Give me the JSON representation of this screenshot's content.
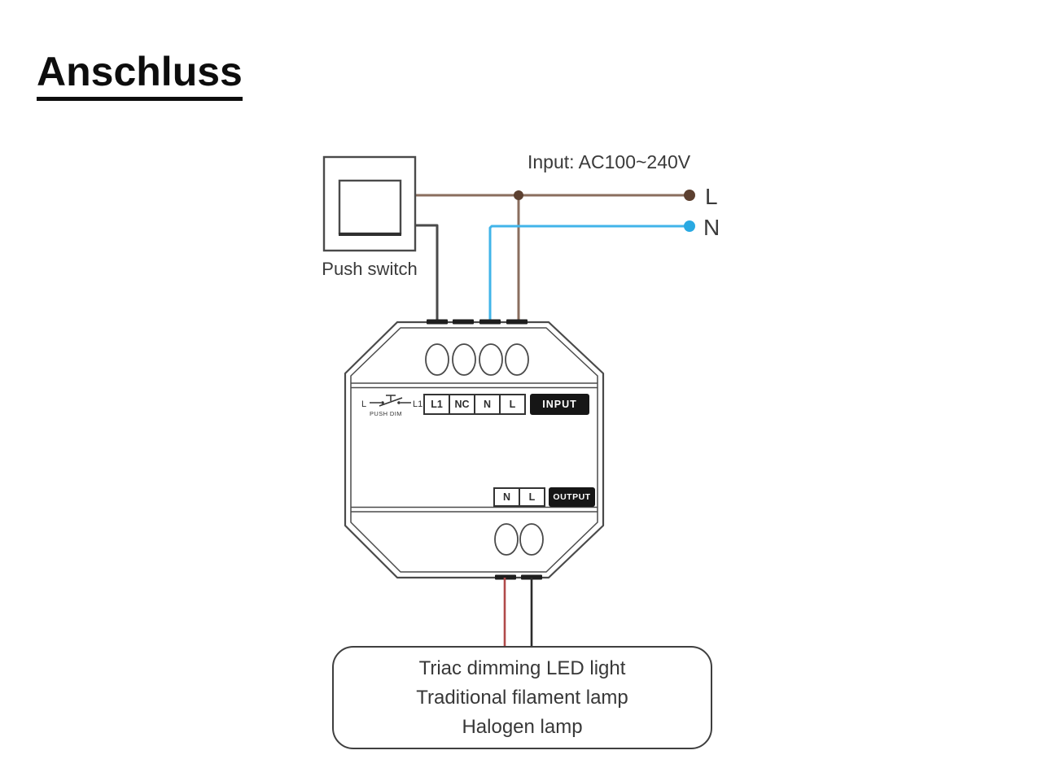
{
  "title": "Anschluss",
  "power": {
    "label": "Input: AC100~240V",
    "live_label": "L",
    "neutral_label": "N"
  },
  "push_switch": {
    "label": "Push switch"
  },
  "device": {
    "push_dim": {
      "left_terminal": "L",
      "right_terminal": "L1",
      "caption": "PUSH DIM"
    },
    "input": {
      "terminals": [
        "L1",
        "NC",
        "N",
        "L"
      ],
      "badge": "INPUT"
    },
    "output": {
      "terminals": [
        "N",
        "L"
      ],
      "badge": "OUTPUT"
    }
  },
  "load": {
    "lines": [
      "Triac dimming LED light",
      "Traditional filament lamp",
      "Halogen lamp"
    ]
  },
  "colors": {
    "live_wire": "#8a6e5e",
    "live_dot": "#5c4030",
    "neutral_wire": "#41b4e9",
    "neutral_dot": "#29a9e2",
    "switch_wire": "#4a4a4a",
    "output_live": "#b04a4a",
    "output_neutral": "#2b2b2b"
  }
}
